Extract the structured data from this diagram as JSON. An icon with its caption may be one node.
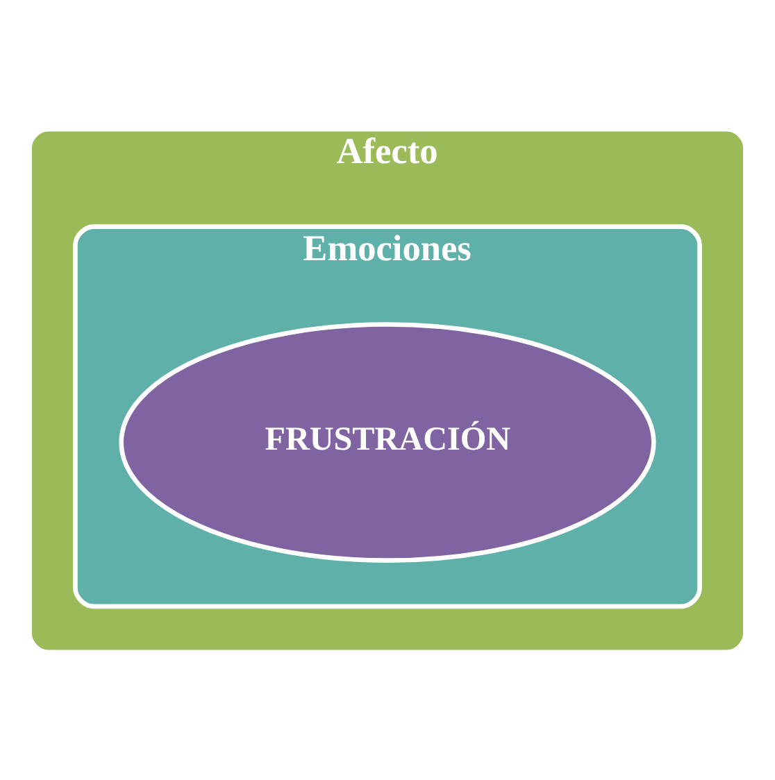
{
  "diagram": {
    "nodes": [
      {
        "text": [
          "Afecto"
        ]
      },
      {
        "text": [
          "Emociones"
        ],
        "in": 0
      },
      {
        "text": [
          "FRUSTRACIÓN"
        ],
        "in": 1
      }
    ]
  }
}
